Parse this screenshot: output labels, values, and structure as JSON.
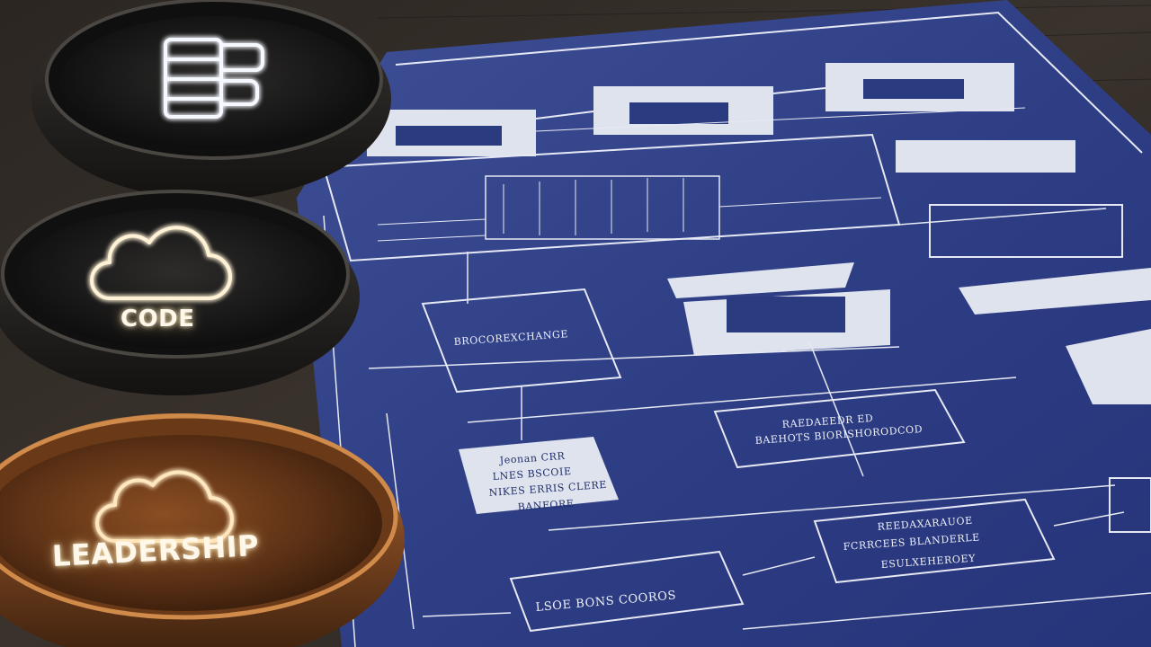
{
  "scene": {
    "description_type": "photo",
    "blueprint_color": "#2a3a7a",
    "line_color": "#e6e9f4",
    "wood_color": "#2a2420"
  },
  "bowls": [
    {
      "id": "top",
      "label": "",
      "icon": "database-icon",
      "glow_color": "#f4f6ff"
    },
    {
      "id": "middle",
      "label": "CODE",
      "icon": "cloud-icon",
      "glow_color": "#fff2d6"
    },
    {
      "id": "bottom",
      "label": "LEADERSHIP",
      "icon": "cloud-icon",
      "glow_color": "#ffe7c0"
    }
  ],
  "blueprint": {
    "boxes": [
      {
        "text": "BROCOREXCHANGE"
      },
      {
        "text": "RAEDAEEDR ED"
      },
      {
        "text": "BAEHOTS BIORISHORODCOD"
      },
      {
        "text": "Jeonan CRR"
      },
      {
        "text": "LNES BSCOIE"
      },
      {
        "text": "NIKES ERRIS CLERE"
      },
      {
        "text": "BANFORE"
      },
      {
        "text": "REEDAXARAUOE"
      },
      {
        "text": "FCRRCEES BLANDERLE"
      },
      {
        "text": "ESULXEHEROEY"
      },
      {
        "text": "LSOE BONS COOROS"
      }
    ]
  }
}
